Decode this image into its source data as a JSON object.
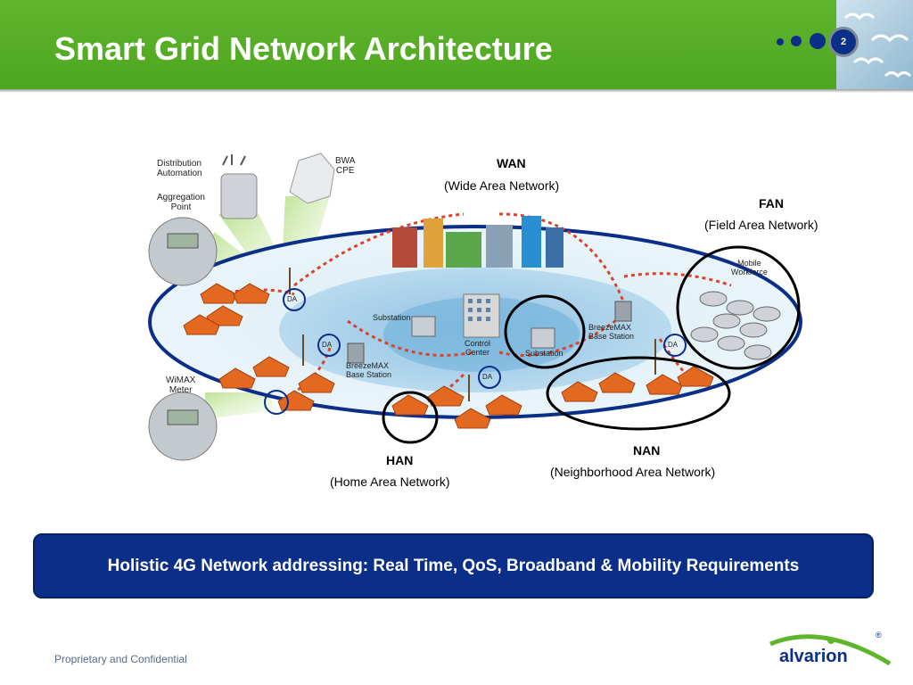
{
  "header": {
    "title": "Smart Grid Network Architecture",
    "page_number": "2",
    "colors": {
      "green": "#5fb62d",
      "navy": "#0b2f88"
    }
  },
  "diagram": {
    "wan": {
      "title": "WAN",
      "subtitle": "(Wide Area Network)"
    },
    "fan": {
      "title": "FAN",
      "subtitle": "(Field Area Network)"
    },
    "han": {
      "title": "HAN",
      "subtitle": "(Home Area Network)"
    },
    "nan": {
      "title": "NAN",
      "subtitle": "(Neighborhood Area Network)"
    },
    "device_labels": {
      "distribution_automation": "Distribution\nAutomation",
      "aggregation_point": "Aggregation\nPoint",
      "bwa_cpe": "BWA\nCPE",
      "wimax_meter": "WiMAX\nMeter",
      "mobile_workforce": "Mobile\nWorkforce",
      "substation_left": "Substation",
      "substation_right": "Substation",
      "control_center": "Control\nCenter",
      "breezemax_left": "BreezeMAX\nBase Station",
      "breezemax_right": "BreezeMAX\nBase Station",
      "da": "DA"
    }
  },
  "banner": {
    "text": "Holistic 4G Network addressing: Real Time, QoS, Broadband & Mobility Requirements"
  },
  "footer": {
    "confidential": "Proprietary and Confidential",
    "logo_text": "alvarion",
    "logo_mark": "®"
  }
}
